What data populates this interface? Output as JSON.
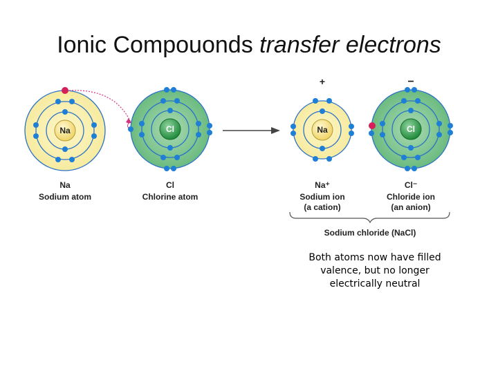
{
  "slide": {
    "title_main": "Ionic Compouonds ",
    "title_italic": "transfer electrons",
    "note": "Both atoms now have filled valence, but no longer electrically neutral"
  },
  "atoms": {
    "sodium_atom": {
      "symbol": "Na",
      "name": "Na",
      "caption": "Sodium atom"
    },
    "chlorine_atom": {
      "symbol": "Cl",
      "name": "Cl",
      "caption": "Chlorine atom"
    },
    "sodium_ion": {
      "symbol": "Na",
      "name": "Na⁺",
      "caption": "Sodium ion",
      "subcaption": "(a cation)",
      "charge": "+"
    },
    "chloride_ion": {
      "symbol": "Cl",
      "name": "Cl⁻",
      "caption": "Chloride ion",
      "subcaption": "(an anion)",
      "charge": "−"
    }
  },
  "compound": {
    "label": "Sodium chloride (NaCl)"
  },
  "colors": {
    "sodium_fill": "#fbf3b5",
    "sodium_nucleus": "#f7e48a",
    "chlorine_fill": "#7fc48e",
    "chlorine_nucleus": "#2f9d48",
    "electron": "#1f7fd6",
    "transfer_electron": "#d61f5a"
  },
  "icons": {
    "reaction_arrow": "arrow-right-icon",
    "transfer_path": "dotted-curve-arrow-icon"
  }
}
